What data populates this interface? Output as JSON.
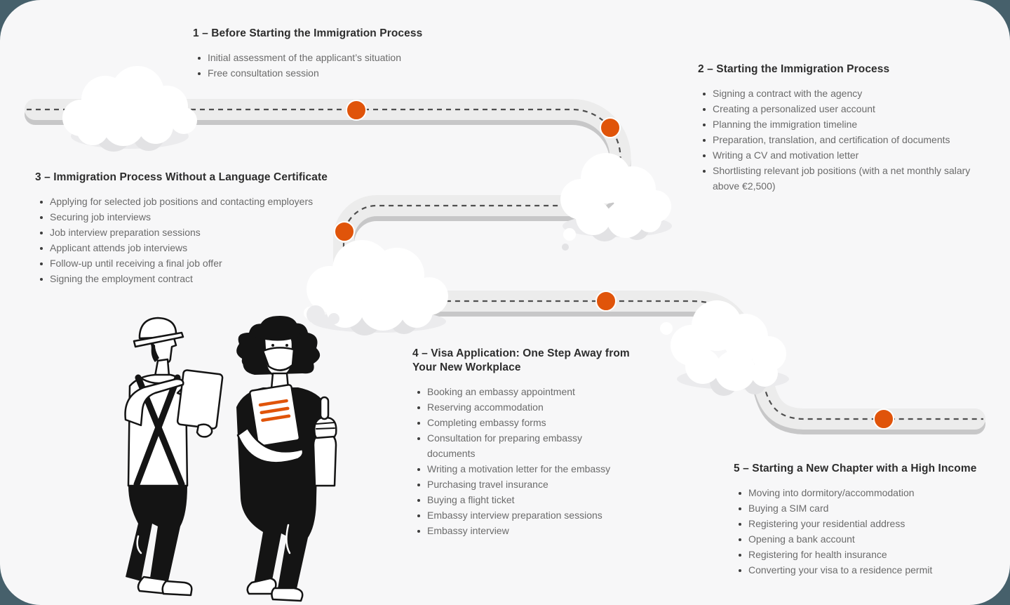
{
  "theme": {
    "accent": "#e0540a",
    "card-bg": "#f7f7f8",
    "outer-bg": "#46606b",
    "road-fill": "#ececec",
    "road-shadow": "#c7c7c8",
    "road-dash": "#4f4f4f",
    "heading-color": "#2d2d2d",
    "body-color": "#6b6b6b"
  },
  "sections": [
    {
      "title": "1 – Before Starting the Immigration Process",
      "items": [
        "Initial assessment of the applicant’s situation",
        "Free consultation session"
      ]
    },
    {
      "title": "2 – Starting the Immigration Process",
      "items": [
        "Signing a contract with the agency",
        "Creating a personalized user account",
        "Planning the immigration timeline",
        "Preparation, translation, and certification of documents",
        "Writing a CV and motivation letter",
        "Shortlisting relevant job positions (with a net monthly salary above €2,500)"
      ]
    },
    {
      "title": "3 – Immigration Process Without a Language Certificate",
      "items": [
        "Applying for selected job positions and contacting employers",
        "Securing job interviews",
        "Job interview preparation sessions",
        "Applicant attends job interviews",
        "Follow-up until receiving a final job offer",
        "Signing the employment contract"
      ]
    },
    {
      "title": "4 – Visa Application: One Step Away from Your New Workplace",
      "items": [
        "Booking an embassy appointment",
        "Reserving accommodation",
        "Completing embassy forms",
        "Consultation for preparing embassy documents",
        "Writing a motivation letter for the embassy",
        "Purchasing travel insurance",
        "Buying a flight ticket",
        "Embassy interview preparation sessions",
        "Embassy interview"
      ]
    },
    {
      "title": "5 – Starting a New Chapter with a High Income",
      "items": [
        "Moving into dormitory/accommodation",
        "Buying a SIM card",
        "Registering your residential address",
        "Opening a bank account",
        "Registering for health insurance",
        "Converting your visa to a residence permit"
      ]
    }
  ]
}
